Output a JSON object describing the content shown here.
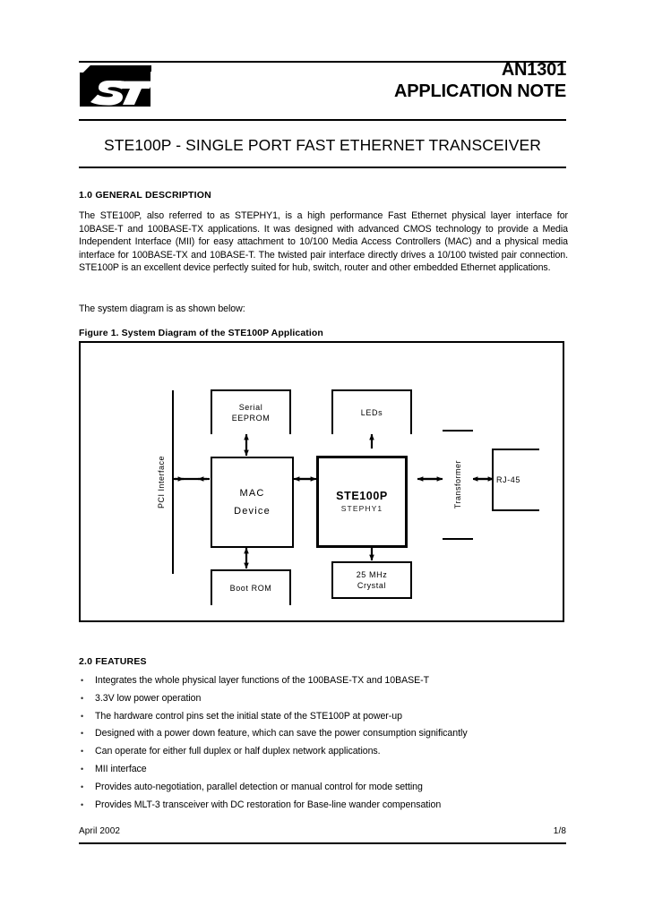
{
  "header": {
    "logo_name": "st-microelectronics-logo",
    "an_number": "AN1301",
    "an_subtitle": "APPLICATION NOTE",
    "doc_title": "STE100P -  SINGLE PORT FAST ETHERNET TRANSCEIVER"
  },
  "sections": {
    "general": {
      "heading": "1.0  GENERAL DESCRIPTION",
      "paragraph_1": "The STE100P, also referred to as STEPHY1, is a high performance Fast Ethernet physical layer interface for 10BASE-T and 100BASE-TX applications. It was designed with advanced CMOS technology to provide a Media Independent Interface (MII) for easy attachment to 10/100 Media Access Controllers (MAC) and a physical media interface for 100BASE-TX and 10BASE-T. The twisted pair interface directly drives a 10/100 twisted pair connection. STE100P is an excellent device perfectly suited for hub, switch, router and other embedded Ethernet applications.",
      "paragraph_2": "The system diagram is as shown below:"
    },
    "features": {
      "heading": "2.0  FEATURES",
      "bullet_glyph": "•",
      "items": [
        "Integrates the whole physical layer functions of the 100BASE-TX and 10BASE-T",
        "3.3V low power operation",
        "The hardware control pins set the initial state of the STE100P at power-up",
        "Designed with a power down feature, which can save the power consumption significantly",
        "Can operate for either full duplex or half duplex network applications.",
        "MII interface",
        "Provides auto-negotiation, parallel detection or manual control for mode setting",
        "Provides MLT-3 transceiver with DC restoration for Base-line wander compensation"
      ]
    }
  },
  "figure": {
    "caption": "Figure 1. System Diagram of the STE100P Application",
    "blocks": {
      "pci_interface": "PCI Interface",
      "serial_eeprom_line1": "Serial",
      "serial_eeprom_line2": "EEPROM",
      "leds": "LEDs",
      "mac_line1": "MAC",
      "mac_line2": "Device",
      "boot_rom": "Boot ROM",
      "ste100p_title": "STE100P",
      "ste100p_sub": "STEPHY1",
      "crystal_line1": "25 MHz",
      "crystal_line2": "Crystal",
      "transformer": "Transformer",
      "rj45": "RJ-45"
    }
  },
  "footer": {
    "date": "April 2002",
    "page": "1/8"
  },
  "colors": {
    "ink": "#000000",
    "paper": "#ffffff"
  }
}
